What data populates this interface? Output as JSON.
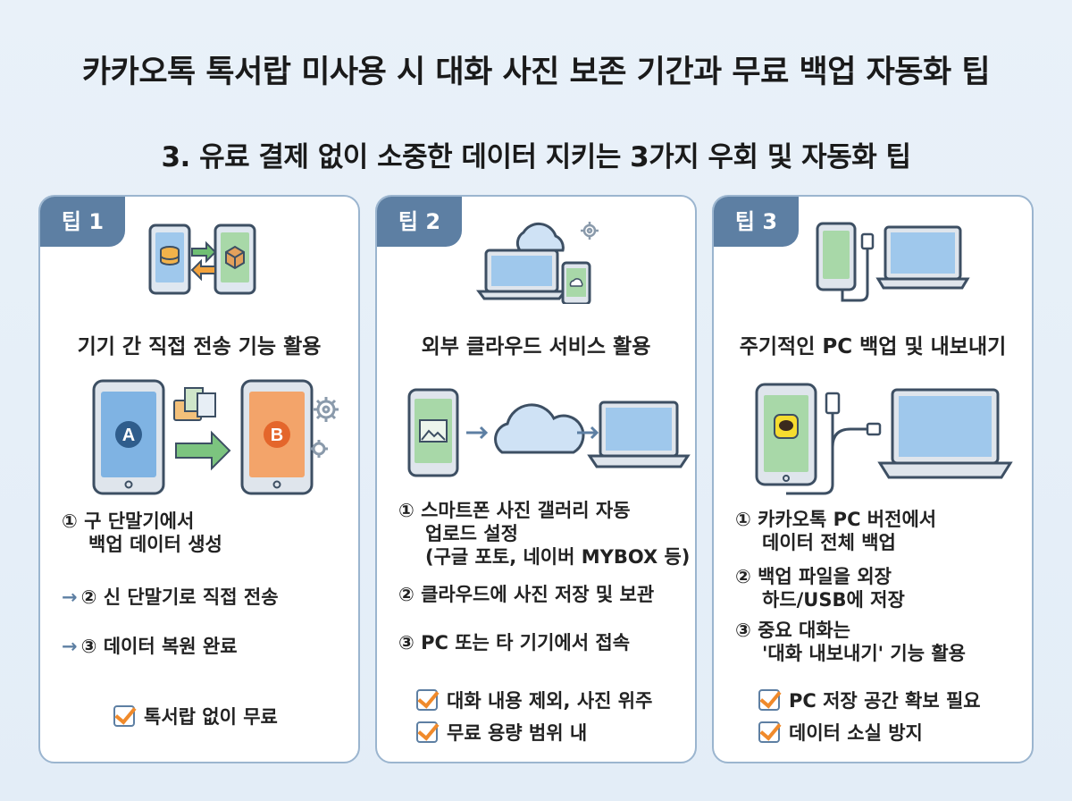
{
  "title": "카카오톡 톡서랍 미사용 시 대화 사진 보존 기간과 무료 백업 자동화 팁",
  "subtitle": "3. 유료 결제 없이 소중한 데이터 지키는 3가지 우회 및 자동화 팁",
  "colors": {
    "badge": "#5d7fa3",
    "card_border": "#9bb5cf",
    "check": "#f08a2b",
    "background": "#e6eff8"
  },
  "cards": [
    {
      "badge": "팁 1",
      "heading": "기기 간 직접 전송 기능 활용",
      "illustration": {
        "phone_a_label": "A",
        "phone_b_label": "B"
      },
      "steps": [
        {
          "num": "①",
          "line1": "구 단말기에서",
          "line2": "백업 데이터 생성"
        },
        {
          "lead": "→",
          "num": "②",
          "line1": "신 단말기로 직접 전송"
        },
        {
          "lead": "→",
          "num": "③",
          "line1": "데이터 복원 완료"
        }
      ],
      "checks": [
        "톡서랍 없이 무료"
      ]
    },
    {
      "badge": "팁 2",
      "heading": "외부 클라우드 서비스 활용",
      "steps": [
        {
          "num": "①",
          "line1": "스마트폰 사진 갤러리 자동",
          "line2": "업로드 설정",
          "line3": "(구글 포토, 네이버 MYBOX 등)"
        },
        {
          "num": "②",
          "line1": "클라우드에 사진 저장 및 보관"
        },
        {
          "num": "③",
          "line1": "PC 또는 타 기기에서 접속"
        }
      ],
      "checks": [
        "대화 내용 제외, 사진 위주",
        "무료 용량 범위 내"
      ]
    },
    {
      "badge": "팁 3",
      "heading": "주기적인 PC 백업 및 내보내기",
      "steps": [
        {
          "num": "①",
          "line1": "카카오톡 PC 버전에서",
          "line2": "데이터 전체 백업"
        },
        {
          "num": "②",
          "line1": "백업 파일을 외장",
          "line2": "하드/USB에 저장"
        },
        {
          "num": "③",
          "line1": "중요 대화는",
          "line2": "'대화 내보내기' 기능 활용"
        }
      ],
      "checks": [
        "PC 저장 공간 확보 필요",
        "데이터 소실 방지"
      ]
    }
  ]
}
